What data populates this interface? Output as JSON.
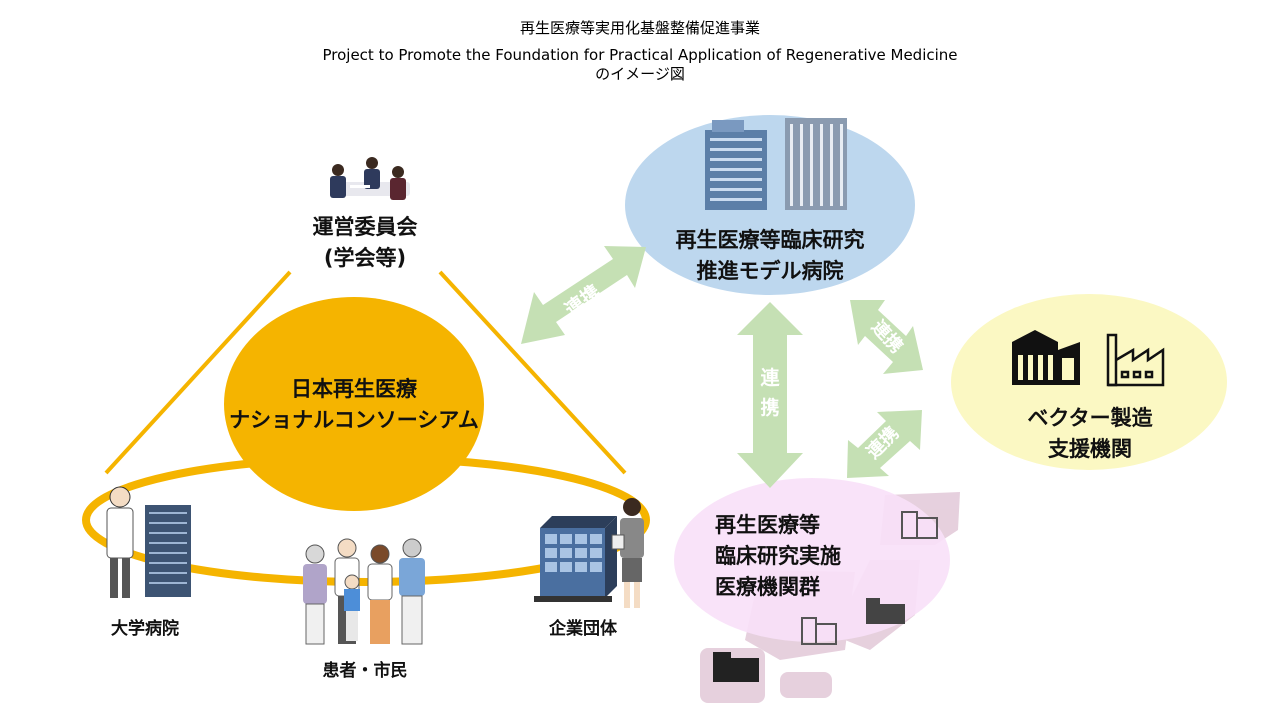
{
  "title": {
    "line1": "再生医療等実用化基盤整備促進事業",
    "line2": "Project to Promote the Foundation for Practical Application of Regenerative Medicine",
    "line3": "のイメージ図"
  },
  "nodes": {
    "steering": {
      "line1": "運営委員会",
      "line2": "(学会等)"
    },
    "consortium": {
      "line1": "日本再生医療",
      "line2": "ナショナルコンソーシアム"
    },
    "university": "大学病院",
    "patients": "患者・市民",
    "companies": "企業団体",
    "model_hospital": {
      "line1": "再生医療等臨床研究",
      "line2": "推進モデル病院"
    },
    "vector": {
      "line1": "ベクター製造",
      "line2": "支援機関"
    },
    "institutions": {
      "line1": "再生医療等",
      "line2": "臨床研究実施",
      "line3": "医療機関群"
    }
  },
  "links": {
    "consortium_model": "連携",
    "model_institutions": [
      "連",
      "携"
    ],
    "model_vector": "連携",
    "institutions_vector": "連携"
  },
  "colors": {
    "consortium": "#f5b400",
    "model_hospital": "#bdd7ee",
    "vector": "#fbf8c3",
    "institutions": "#f8e0f8",
    "arrow": "#c5e0b4",
    "arrow_text": "#ffffff",
    "map": "#e2c8d8"
  }
}
